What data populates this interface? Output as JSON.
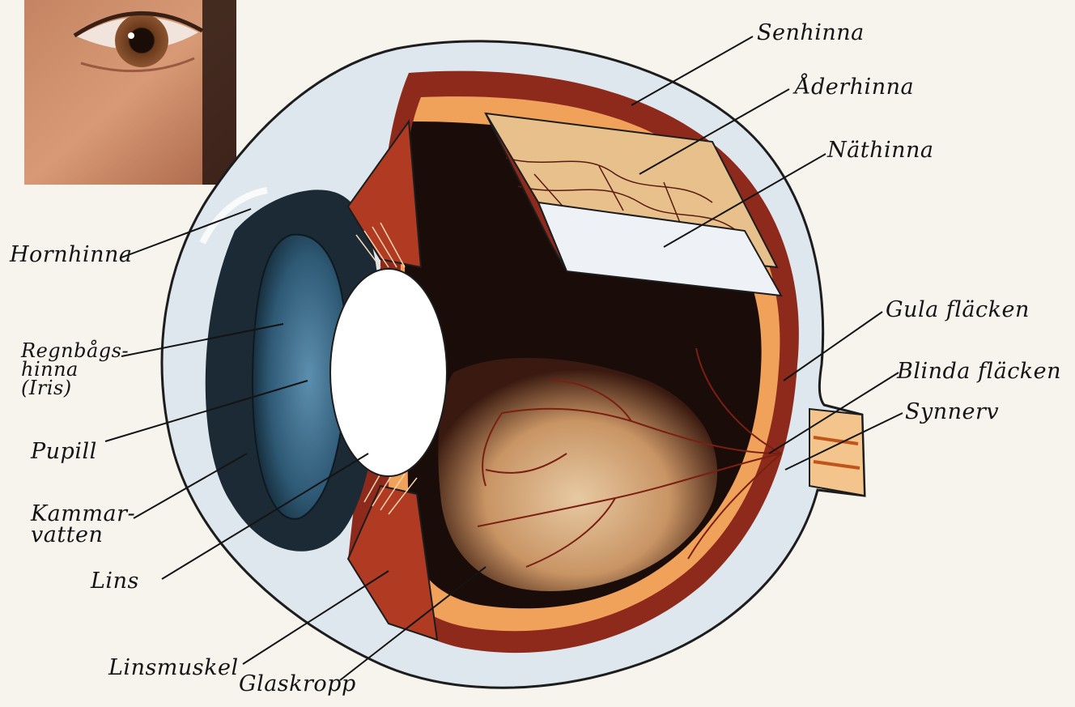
{
  "title": "",
  "photo": {
    "subject": "human eye close-up photo"
  },
  "labels": {
    "senhinna": "Senhinna",
    "aderhinna": "Åderhinna",
    "nathinna": "Näthinna",
    "hornhinna": "Hornhinna",
    "regnbagshinna": "Regnbågs-\nhinna\n(Iris)",
    "pupill": "Pupill",
    "kammarvatten": "Kammar-\nvatten",
    "lins": "Lins",
    "linsmuskel": "Linsmuskel",
    "glaskropp": "Glaskropp",
    "gula_flacken": "Gula fläcken",
    "blinda_flacken": "Blinda fläcken",
    "synnerv": "Synnerv"
  },
  "colors": {
    "background": "#f7f4ee",
    "sclera": "#dfe7ee",
    "choroid": "#8e2a1c",
    "retina_orange": "#f0a25a",
    "iris_blue": "#2f5a76",
    "interior_dark": "#1a0c08",
    "vitreous": "#d8b287",
    "vessels": "#7a1f12",
    "ink": "#141414"
  }
}
